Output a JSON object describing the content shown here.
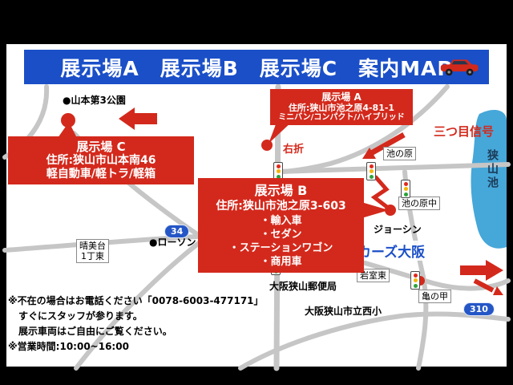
{
  "header": {
    "title": "展示場A　展示場B　展示場C　案内MAP"
  },
  "sites": {
    "a": {
      "name": "展示場 A",
      "address": "住所:狭山市池之原4-81-1",
      "vehicles": "ミニバン/コンパクト/ハイブリッド"
    },
    "b": {
      "name": "展示場 B",
      "address": "住所:狭山市池之原3-603",
      "vehicles": [
        "・輸入車",
        "・セダン",
        "・ステーションワゴン",
        "・商用車"
      ]
    },
    "c": {
      "name": "展示場 C",
      "address": "住所:狭山市山本南46",
      "vehicles": "軽自動車/軽トラ/軽箱"
    }
  },
  "labels": {
    "park": "●山本第3公園",
    "right_turn": "右折",
    "third_signal": "三つ目信号",
    "ikenohara": "池の原",
    "ikenohara_naka": "池の原中",
    "sayamaike": "狭山池",
    "joshin": "ジョーシン",
    "cars_osaka": "カーズ大阪",
    "harumidai_line1": "晴美台",
    "harumidai_line2": "1丁東",
    "lawson": "●ローソン",
    "post_office": "大阪狭山郵便局",
    "iwamuro": "岩室東",
    "kamenoko": "亀の甲",
    "nishisho": "大阪狭山市立西小",
    "route34": "34",
    "route310": "310"
  },
  "notes": {
    "line1": "※不在の場合はお電話ください「0078-6003-477171」",
    "line2": "すぐにスタッフが参ります。",
    "line3": "展示車両はご自由にご覧ください。",
    "line4": "※営業時間:10:00~16:00"
  },
  "colors": {
    "header_blue": "#1a4fc8",
    "accent_red": "#d3291c",
    "lake_blue": "#46a7d9",
    "road_gray": "#c6c6c6"
  }
}
